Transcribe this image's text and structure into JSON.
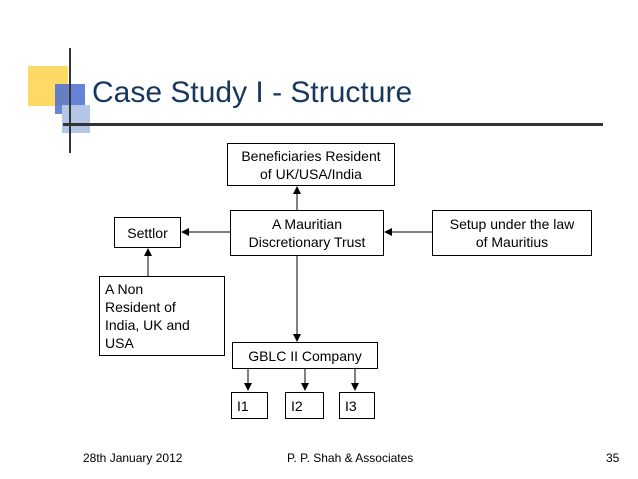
{
  "slide": {
    "title": "Case Study I - Structure",
    "accent_colors": {
      "yellow": "#ffd966",
      "blue": "#3366cc",
      "lightblue": "#8ea9db",
      "title": "#17375e"
    }
  },
  "diagram": {
    "beneficiaries": "Beneficiaries Resident\nof UK/USA/India",
    "trust": "A Mauritian\nDiscretionary Trust",
    "settlor": "Settlor",
    "setup": "Setup under the law\nof Mauritius",
    "non_resident": "A Non\nResident of\nIndia, UK and\nUSA",
    "gblc": "GBLC II Company",
    "i1": "I1",
    "i2": "I2",
    "i3": "I3"
  },
  "footer": {
    "date": "28th January 2012",
    "firm": "P. P. Shah & Associates",
    "page": "35"
  }
}
